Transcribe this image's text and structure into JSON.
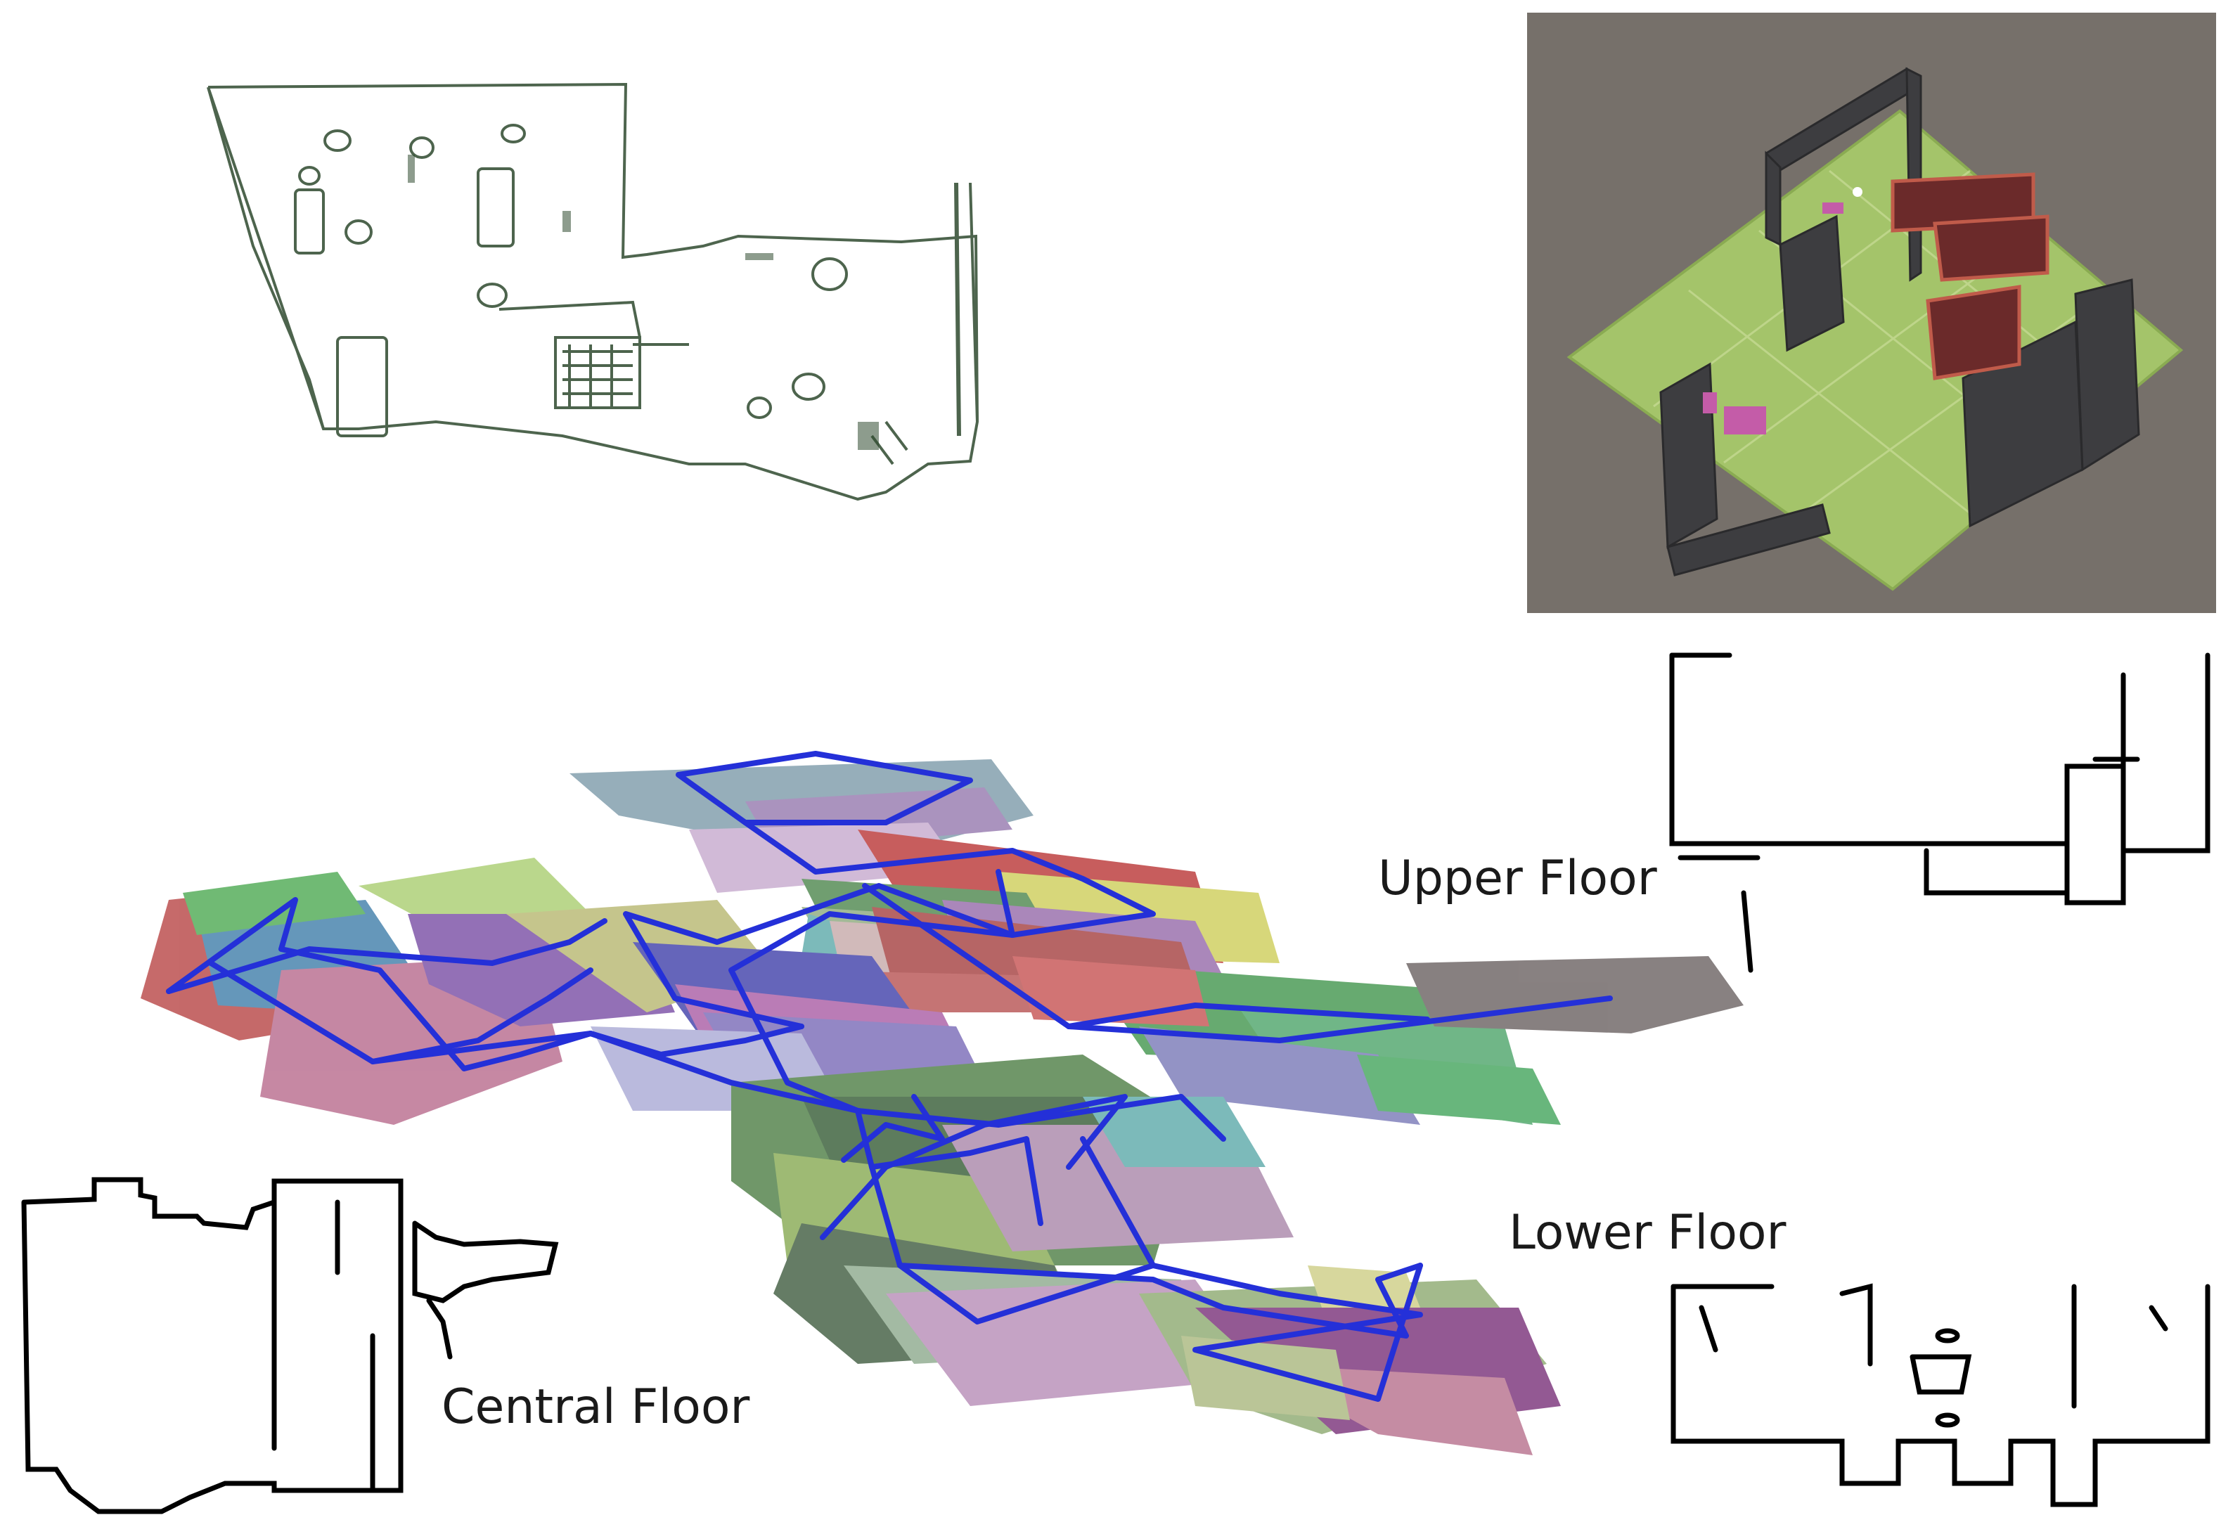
{
  "labels": {
    "upper": "Upper Floor",
    "lower": "Lower Floor",
    "central": "Central Floor"
  },
  "colors": {
    "trajectory": "#2430d8",
    "wall_map": "#000000",
    "pointcloud": "#2f4a2f",
    "unity_floor": "#a4c46a",
    "unity_background": "#76706a",
    "unity_walls": "#3d3d40",
    "unity_highlight": "#6b2a2a"
  }
}
